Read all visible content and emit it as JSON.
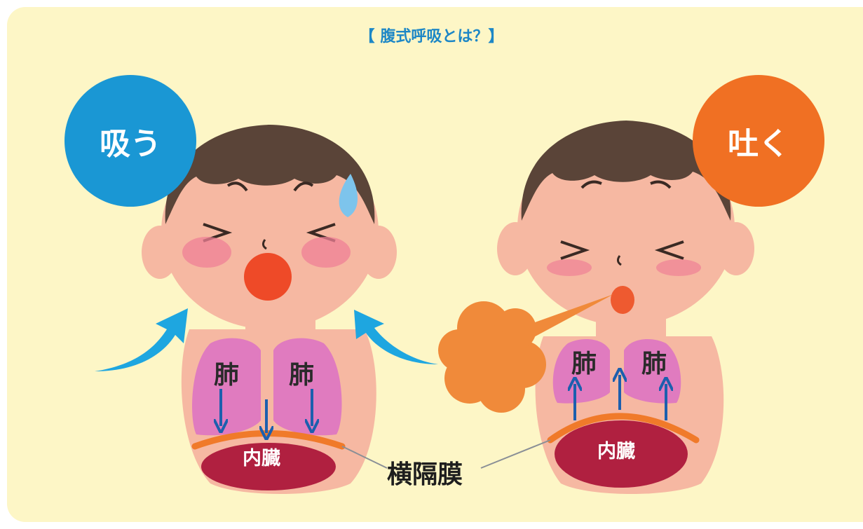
{
  "title": "【 腹式呼吸とは？】",
  "inhale": {
    "badge": "吸う",
    "badge_color": "#1a97d4"
  },
  "exhale": {
    "badge": "吐く",
    "badge_color": "#f07023"
  },
  "labels": {
    "lung": "肺",
    "organ": "内臓",
    "diaphragm": "横隔膜"
  },
  "colors": {
    "background": "#fdf6c6",
    "skin": "#f6b8a2",
    "hair": "#5a4438",
    "lung": "#e07bbf",
    "organ": "#b02040",
    "diaphragm": "#f07a2a",
    "arrow": "#1c5fae",
    "air_arrow": "#1ea6e0",
    "breath_cloud": "#f08a3a"
  }
}
